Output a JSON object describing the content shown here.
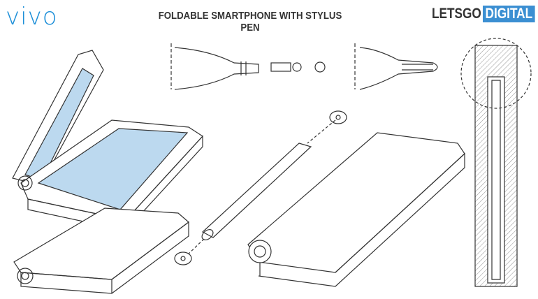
{
  "header": {
    "brand_logo": "vivo",
    "title": "FOLDABLE SMARTPHONE WITH STYLUS PEN",
    "site_logo_part1": "LETSGO",
    "site_logo_part2": "DIGITAL"
  },
  "colors": {
    "brand_blue": "#1d8fd8",
    "screen_blue": "#bcd9ef",
    "logo_box": "#3b8fd2"
  }
}
